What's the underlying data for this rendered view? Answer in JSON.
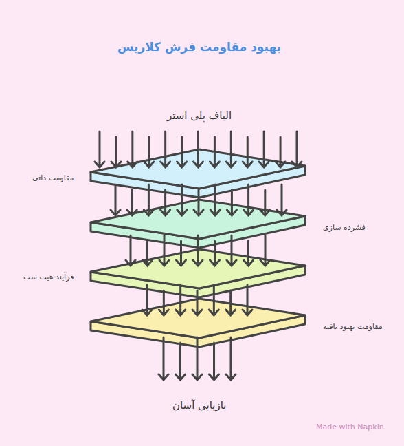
{
  "diagram": {
    "title": "بهبود مقاومت فرش کلاریس",
    "nodes": [
      {
        "text": [
          "مقاومت ذاتی"
        ]
      },
      {
        "text": [
          "فشرده سازی"
        ]
      },
      {
        "text": [
          "فرآیند هیت ست"
        ]
      },
      {
        "text": [
          "مقاومت بهبود یافته"
        ]
      }
    ],
    "labels": [
      "الیاف پلی استر",
      "بازیابی آسان",
      "Made with Napkin"
    ]
  }
}
